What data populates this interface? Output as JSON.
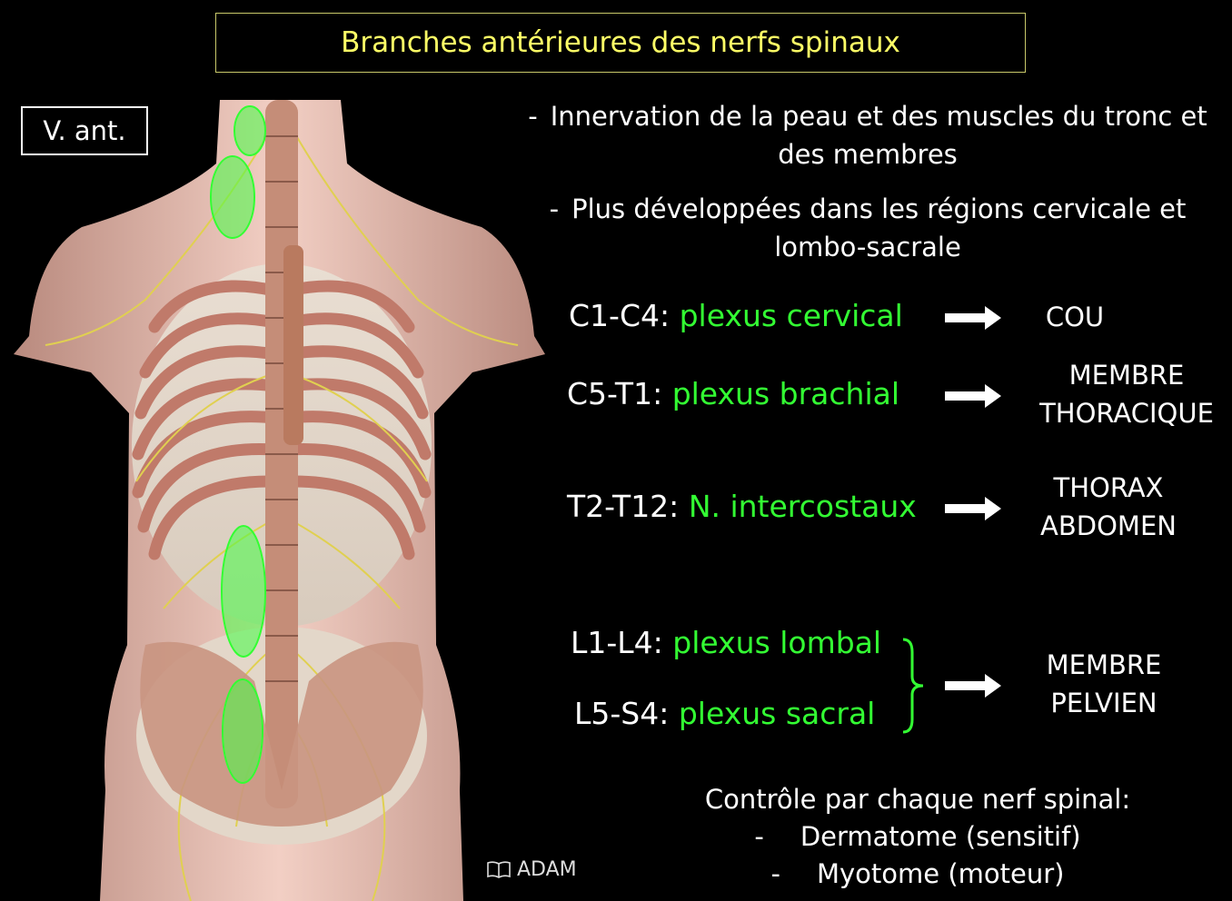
{
  "title": "Branches antérieures des nerfs spinaux",
  "view_label": "V. ant.",
  "bullets": [
    {
      "dash": "-",
      "lines": [
        "Innervation de la peau et des muscles du tronc et",
        "des membres"
      ]
    },
    {
      "dash": "-",
      "lines": [
        "Plus développées dans les régions cervicale et",
        "lombo-sacrale"
      ]
    }
  ],
  "plexuses": [
    {
      "segments": "C1-C4:",
      "name": "plexus cervical",
      "target": [
        "COU"
      ]
    },
    {
      "segments": "C5-T1:",
      "name": "plexus brachial",
      "target": [
        "MEMBRE",
        "THORACIQUE"
      ]
    },
    {
      "segments": "T2-T12:",
      "name": "N. intercostaux",
      "target": [
        "THORAX",
        "ABDOMEN"
      ]
    },
    {
      "segments": "L1-L4:",
      "name": "plexus lombal",
      "target": [
        "MEMBRE",
        "PELVIEN"
      ]
    },
    {
      "segments": "L5-S4:",
      "name": "plexus sacral",
      "target": []
    }
  ],
  "control": {
    "heading": "Contrôle par chaque nerf spinal:",
    "items": [
      {
        "dash": "-",
        "text": "Dermatome (sensitif)"
      },
      {
        "dash": "-",
        "text": "Myotome (moteur)"
      }
    ]
  },
  "credit": "ADAM",
  "colors": {
    "title": "#ffff66",
    "plexus_name": "#33ff33",
    "highlight": "#44ff44",
    "nerve": "#e0d050"
  },
  "icons": {
    "arrow": "right-arrow-icon",
    "brace": "right-brace-icon",
    "credit": "book-icon"
  }
}
